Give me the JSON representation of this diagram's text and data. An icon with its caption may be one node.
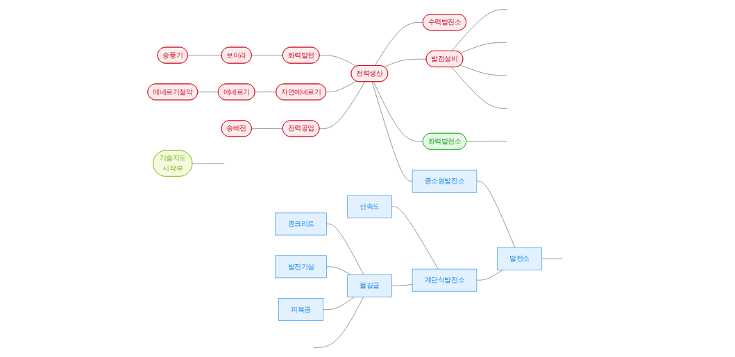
{
  "diagram": {
    "nodes": [
      {
        "text": [
          "송풍기"
        ]
      },
      {
        "text": [
          "보이라"
        ]
      },
      {
        "text": [
          "화력발전"
        ]
      },
      {
        "text": [
          "에네르기절약"
        ]
      },
      {
        "text": [
          "에네르기"
        ]
      },
      {
        "text": [
          "자연에네르기"
        ]
      },
      {
        "text": [
          "송배전"
        ]
      },
      {
        "text": [
          "전력공업"
        ]
      },
      {
        "text": [
          "전력생산"
        ]
      },
      {
        "text": [
          "수력발전소"
        ]
      },
      {
        "text": [
          "발전설비"
        ]
      },
      {
        "text": [
          "화력발전소"
        ]
      },
      {
        "text": [
          "기술지도",
          "시작부"
        ]
      },
      {
        "text": [
          "콩크리트"
        ]
      },
      {
        "text": [
          "발전기실"
        ]
      },
      {
        "text": [
          "피복공"
        ]
      },
      {
        "text": [
          "선속도"
        ]
      },
      {
        "text": [
          "물길굴"
        ]
      },
      {
        "text": [
          "계단식발전소"
        ]
      },
      {
        "text": [
          "중소형발전소"
        ]
      },
      {
        "text": [
          "발전소"
        ]
      }
    ],
    "edges": [
      {
        "from": 0,
        "to": 1,
        "arrow": "none"
      },
      {
        "from": 1,
        "to": 2,
        "arrow": "none"
      },
      {
        "from": 2,
        "to": 8,
        "arrow": "none"
      },
      {
        "from": 3,
        "to": 4,
        "arrow": "none"
      },
      {
        "from": 4,
        "to": 5,
        "arrow": "none"
      },
      {
        "from": 5,
        "to": 8,
        "arrow": "none"
      },
      {
        "from": 6,
        "to": 7,
        "arrow": "none"
      },
      {
        "from": 7,
        "to": 8,
        "arrow": "none"
      },
      {
        "from": 8,
        "to": 9,
        "arrow": "none"
      },
      {
        "from": 8,
        "to": 10,
        "arrow": "none"
      },
      {
        "from": 8,
        "to": 11,
        "arrow": "none"
      },
      {
        "from": 8,
        "to": 19,
        "arrow": "none"
      },
      {
        "from": 11,
        "to": null,
        "arrow": "none"
      },
      {
        "from": 10,
        "to": null,
        "arrow": "none"
      },
      {
        "from": 10,
        "to": null,
        "arrow": "none"
      },
      {
        "from": 10,
        "to": null,
        "arrow": "none"
      },
      {
        "from": 10,
        "to": null,
        "arrow": "none"
      },
      {
        "from": 12,
        "to": null,
        "arrow": "none"
      },
      {
        "from": 13,
        "to": 17,
        "arrow": "none"
      },
      {
        "from": 14,
        "to": 17,
        "arrow": "none"
      },
      {
        "from": 15,
        "to": 17,
        "arrow": "none"
      },
      {
        "from": null,
        "to": 17,
        "arrow": "none"
      },
      {
        "from": 16,
        "to": 18,
        "arrow": "none"
      },
      {
        "from": 17,
        "to": 18,
        "arrow": "none"
      },
      {
        "from": 18,
        "to": 20,
        "arrow": "none"
      },
      {
        "from": 19,
        "to": 20,
        "arrow": "none"
      },
      {
        "from": 20,
        "to": null,
        "arrow": "none"
      }
    ]
  }
}
